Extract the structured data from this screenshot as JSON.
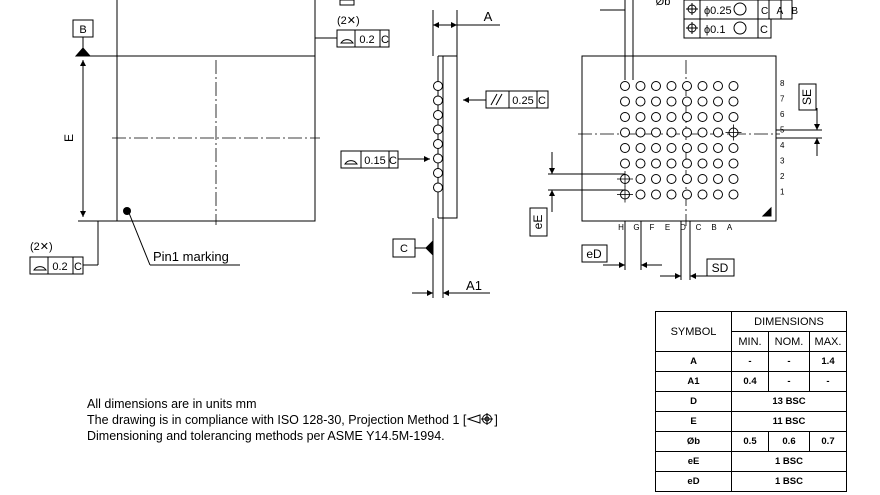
{
  "labels": {
    "datum_b": "B",
    "datum_c": "C",
    "dim_e": "E",
    "dim_a": "A",
    "dim_a1": "A1",
    "two_x": "(2✕)",
    "tol_02": "0.2",
    "tol_025": "0.25",
    "tol_015": "0.15",
    "tol_ref_c": "C",
    "pin1": "Pin1 marking",
    "phi_b": "Øb",
    "pos_tol_1": "ϕ0.25",
    "pos_tol_1_refs": "C A B",
    "pos_tol_2": "ϕ0.1",
    "pos_tol_2_ref": "C",
    "se": "SE",
    "ee": "eE",
    "ed": "eD",
    "sd": "SD",
    "col_letters": [
      "H",
      "G",
      "F",
      "E",
      "D",
      "C",
      "B",
      "A"
    ],
    "row_numbers": [
      "8",
      "7",
      "6",
      "5",
      "4",
      "3",
      "2",
      "1"
    ]
  },
  "notes": {
    "line1": "All dimensions are in units mm",
    "line2": "The drawing is in compliance with ISO 128-30, Projection Method 1 [",
    "line2_end": "]",
    "line3": "Dimensioning and tolerancing methods per ASME Y14.5M-1994."
  },
  "table": {
    "header_symbol": "SYMBOL",
    "header_dimensions": "DIMENSIONS",
    "header_min": "MIN.",
    "header_nom": "NOM.",
    "header_max": "MAX.",
    "rows": [
      {
        "symbol": "A",
        "min": "-",
        "nom": "-",
        "max": "1.4"
      },
      {
        "symbol": "A1",
        "min": "0.4",
        "nom": "-",
        "max": "-"
      },
      {
        "symbol": "D",
        "span": "13 BSC"
      },
      {
        "symbol": "E",
        "span": "11 BSC"
      },
      {
        "symbol": "Øb",
        "min": "0.5",
        "nom": "0.6",
        "max": "0.7"
      },
      {
        "symbol": "eE",
        "span": "1 BSC"
      },
      {
        "symbol": "eD",
        "span": "1 BSC"
      }
    ]
  }
}
